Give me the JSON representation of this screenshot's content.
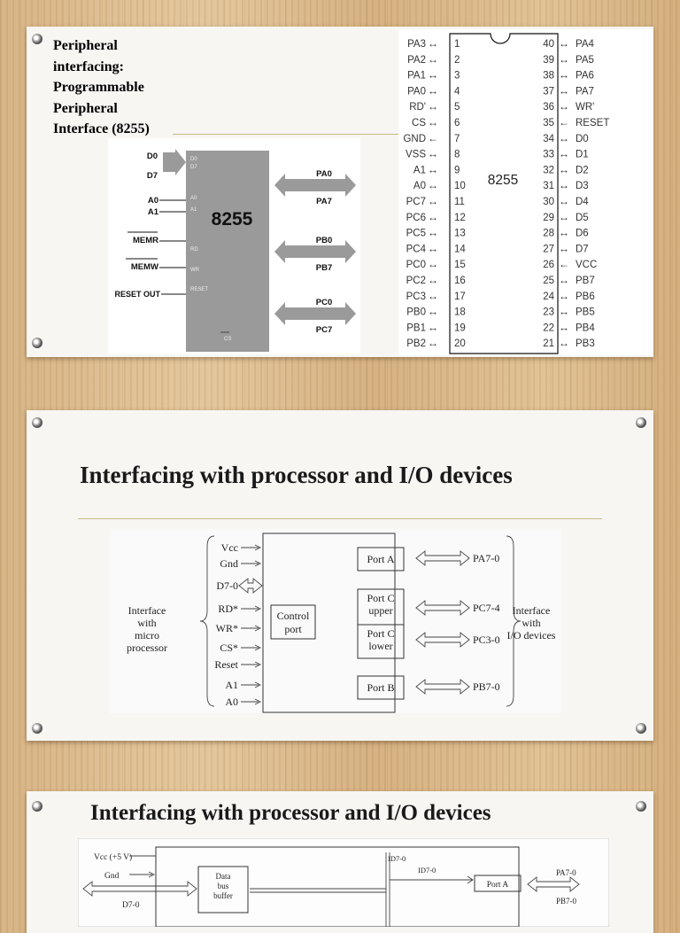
{
  "slide1": {
    "title_lines": [
      "Peripheral",
      "interfacing:",
      "Programmable",
      "Peripheral",
      "Interface (8255)"
    ],
    "block": {
      "chip_label": "8255",
      "left_signals": [
        "D0",
        "D7",
        "A0",
        "A1",
        "MEMR",
        "MEMW",
        "RESET OUT"
      ],
      "inner_labels": [
        "D0",
        "D7",
        "A0",
        "A1",
        "RD",
        "WR",
        "RESET",
        "CS"
      ],
      "port_arrows": [
        [
          "PA0",
          "PA7"
        ],
        [
          "PB0",
          "PB7"
        ],
        [
          "PC0",
          "PC7"
        ]
      ]
    },
    "pinout": {
      "chip_label": "8255",
      "left_pins": [
        {
          "name": "PA3",
          "num": "1"
        },
        {
          "name": "PA2",
          "num": "2"
        },
        {
          "name": "PA1",
          "num": "3"
        },
        {
          "name": "PA0",
          "num": "4"
        },
        {
          "name": "RD'",
          "num": "5"
        },
        {
          "name": "CS",
          "num": "6"
        },
        {
          "name": "GND",
          "num": "7"
        },
        {
          "name": "VSS",
          "num": "8"
        },
        {
          "name": "A1",
          "num": "9"
        },
        {
          "name": "A0",
          "num": "10"
        },
        {
          "name": "PC7",
          "num": "11"
        },
        {
          "name": "PC6",
          "num": "12"
        },
        {
          "name": "PC5",
          "num": "13"
        },
        {
          "name": "PC4",
          "num": "14"
        },
        {
          "name": "PC0",
          "num": "15"
        },
        {
          "name": "PC2",
          "num": "16"
        },
        {
          "name": "PC3",
          "num": "17"
        },
        {
          "name": "PB0",
          "num": "18"
        },
        {
          "name": "PB1",
          "num": "19"
        },
        {
          "name": "PB2",
          "num": "20"
        }
      ],
      "right_pins": [
        {
          "name": "PA4",
          "num": "40"
        },
        {
          "name": "PA5",
          "num": "39"
        },
        {
          "name": "PA6",
          "num": "38"
        },
        {
          "name": "PA7",
          "num": "37"
        },
        {
          "name": "WR'",
          "num": "36"
        },
        {
          "name": "RESET",
          "num": "35"
        },
        {
          "name": "D0",
          "num": "34"
        },
        {
          "name": "D1",
          "num": "33"
        },
        {
          "name": "D2",
          "num": "32"
        },
        {
          "name": "D3",
          "num": "31"
        },
        {
          "name": "D4",
          "num": "30"
        },
        {
          "name": "D5",
          "num": "29"
        },
        {
          "name": "D6",
          "num": "28"
        },
        {
          "name": "D7",
          "num": "27"
        },
        {
          "name": "VCC",
          "num": "26"
        },
        {
          "name": "PB7",
          "num": "25"
        },
        {
          "name": "PB6",
          "num": "24"
        },
        {
          "name": "PB5",
          "num": "23"
        },
        {
          "name": "PB4",
          "num": "22"
        },
        {
          "name": "PB3",
          "num": "21"
        }
      ]
    }
  },
  "slide2": {
    "title": "Interfacing with processor and I/O devices",
    "left_signals": [
      "Vcc",
      "Gnd",
      "D7-0",
      "RD*",
      "WR*",
      "CS*",
      "Reset",
      "A1",
      "A0"
    ],
    "left_group": [
      "Interface",
      "with",
      "micro",
      "processor"
    ],
    "control_port": [
      "Control",
      "port"
    ],
    "ports": [
      [
        "Port A"
      ],
      [
        "Port C",
        "upper"
      ],
      [
        "Port C",
        "lower"
      ],
      [
        "Port B"
      ]
    ],
    "port_lines": [
      "PA7-0",
      "PC7-4",
      "PC3-0",
      "PB7-0"
    ],
    "right_group": [
      "Interface",
      "with",
      "I/O devices"
    ]
  },
  "slide3": {
    "title": "Interfacing with processor and I/O devices",
    "labels": {
      "vcc": "Vcc (+5 V)",
      "gnd": "Gnd",
      "d70": "D7-0",
      "data_bus_buffer": [
        "Data",
        "bus",
        "buffer"
      ],
      "id70_top": "ID7-0",
      "id70": "ID7-0",
      "port_a": "Port A",
      "pa70": "PA7-0",
      "pb70": "PB7-0"
    }
  }
}
